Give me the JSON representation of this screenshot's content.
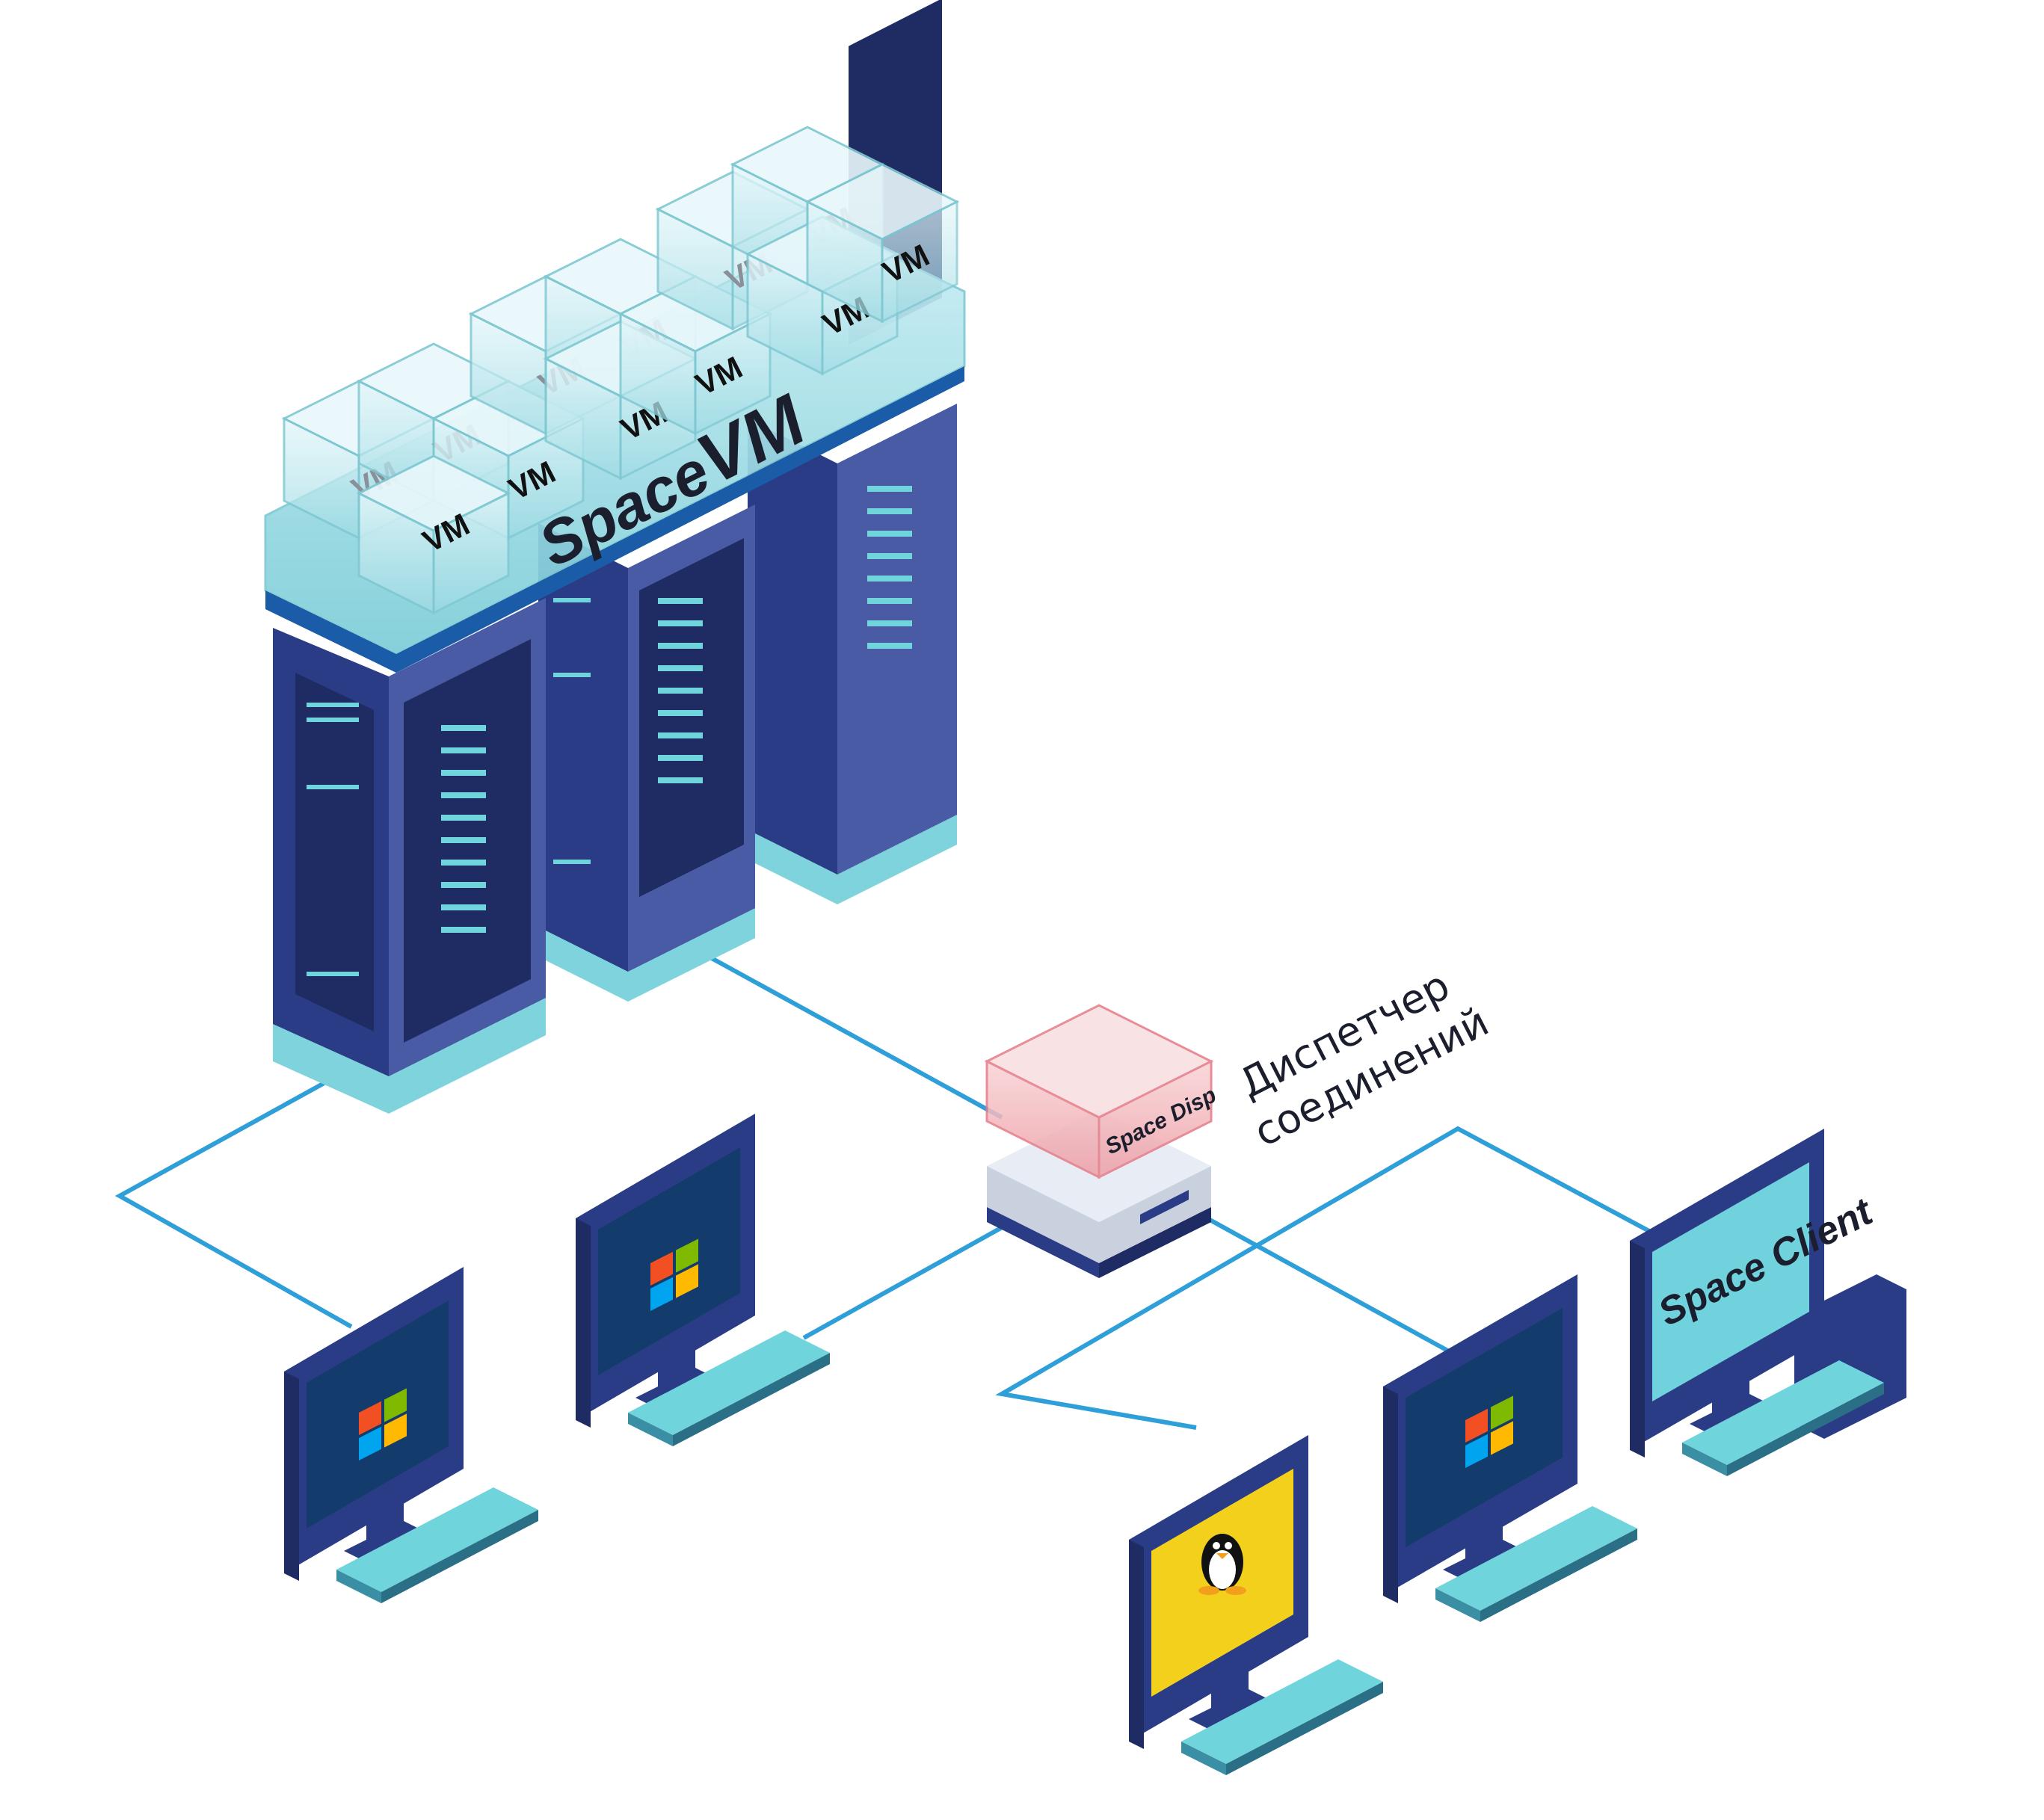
{
  "platform_label": {
    "part1": "Space",
    "part2": "VM"
  },
  "vm_label": "VM",
  "dispatcher": {
    "device_label": "Space Disp",
    "caption_line1": "Диспетчер",
    "caption_line2": "соединений"
  },
  "client_screen_label": "Space Client",
  "colors": {
    "server_body": "#2b3c86",
    "server_face": "#4a5ba6",
    "server_dark_panel": "#1f2c63",
    "server_lights": "#6fd4dc",
    "vm_glass": "#bfe9ef",
    "vm_glass_stroke": "#7fc8d2",
    "network_line": "#2e9fd8",
    "dispatcher_pink": "#f3b3b8",
    "linux_screen": "#f2d01c",
    "client_screen": "#6fd2dc",
    "windows_screen": "#133c6c"
  },
  "icons": {
    "windows_screens": "windows-logo-icon",
    "linux_screen": "linux-penguin-icon"
  }
}
